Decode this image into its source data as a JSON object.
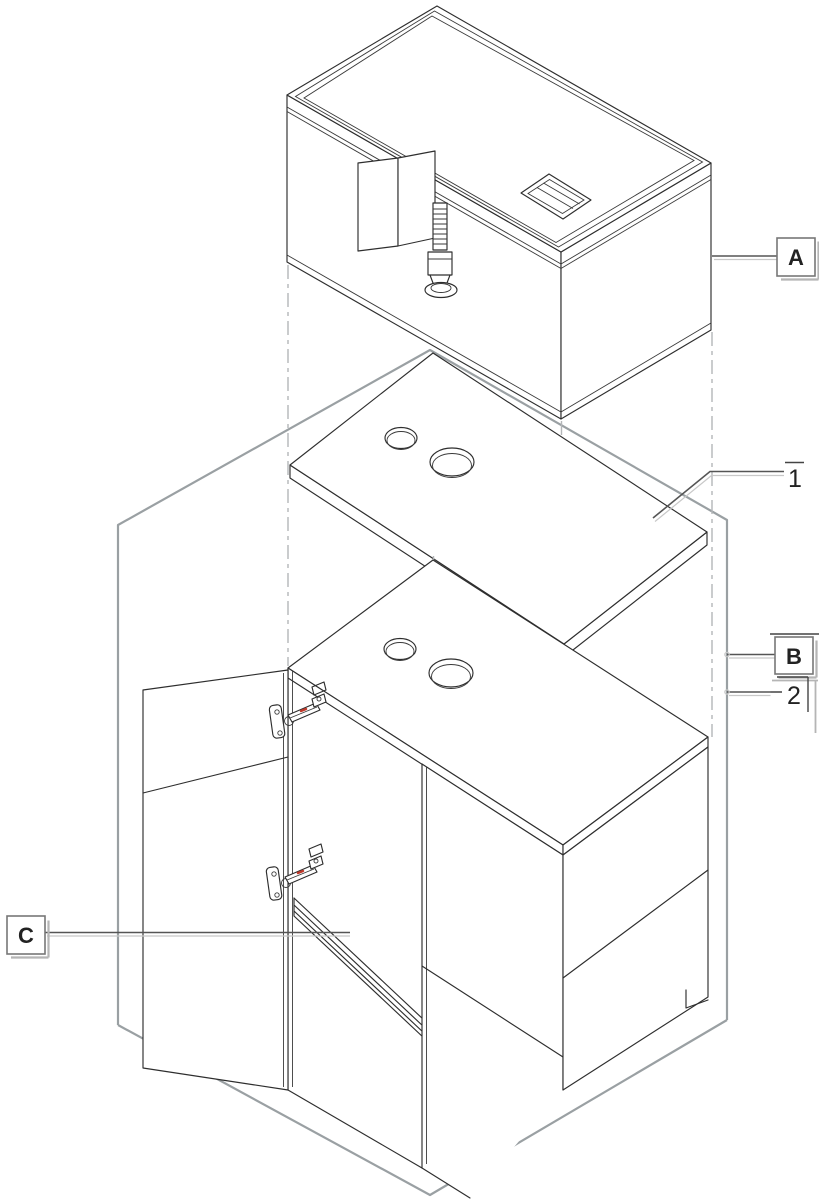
{
  "diagram": {
    "type": "exploded-assembly-line-drawing",
    "callouts": {
      "A": {
        "label": "A",
        "style": "boxed"
      },
      "B": {
        "label": "B",
        "style": "boxed"
      },
      "C": {
        "label": "C",
        "style": "boxed"
      },
      "1": {
        "label": "1",
        "style": "overline"
      },
      "2": {
        "label": "2",
        "style": "overline-bracket"
      }
    },
    "colors": {
      "background": "#ffffff",
      "part_line": "#2e2e2e",
      "envelope_outline": "#9aa0a3",
      "centerline": "#b3b6b8",
      "leader": "#555555",
      "leader_shadow": "#c8c8c8",
      "label_border": "#777777",
      "label_shadow": "#b5b5b5",
      "hinge_accent": "#c0392b"
    }
  }
}
